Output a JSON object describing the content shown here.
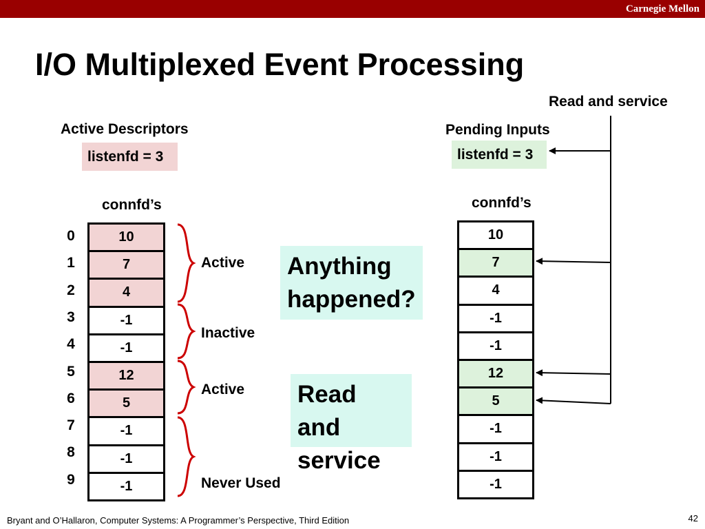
{
  "header": {
    "brand": "Carnegie Mellon",
    "bar_color": "#990000"
  },
  "title": "I/O Multiplexed Event Processing",
  "left": {
    "heading": "Active Descriptors",
    "listenfd": "listenfd = 3",
    "connfd_label": "connfd’s",
    "indices": [
      "0",
      "1",
      "2",
      "3",
      "4",
      "5",
      "6",
      "7",
      "8",
      "9"
    ],
    "cells": [
      {
        "value": "10",
        "active": true
      },
      {
        "value": "7",
        "active": true
      },
      {
        "value": "4",
        "active": true
      },
      {
        "value": "-1",
        "active": false
      },
      {
        "value": "-1",
        "active": false
      },
      {
        "value": "12",
        "active": true
      },
      {
        "value": "5",
        "active": true
      },
      {
        "value": "-1",
        "active": false
      },
      {
        "value": "-1",
        "active": false
      },
      {
        "value": "-1",
        "active": false
      }
    ],
    "cell_color": "#f2d4d4",
    "groups": [
      "Active",
      "Inactive",
      "Active",
      "Never Used"
    ],
    "brace_color": "#cc0000"
  },
  "callouts": {
    "anything": "Anything happened?",
    "read_service": "Read and service",
    "color": "#d8f8f0"
  },
  "right": {
    "top_label": "Read and service",
    "heading": "Pending Inputs",
    "listenfd": "listenfd = 3",
    "connfd_label": "connfd’s",
    "cells": [
      {
        "value": "10",
        "pending": false
      },
      {
        "value": "7",
        "pending": true
      },
      {
        "value": "4",
        "pending": false
      },
      {
        "value": "-1",
        "pending": false
      },
      {
        "value": "-1",
        "pending": false
      },
      {
        "value": "12",
        "pending": true
      },
      {
        "value": "5",
        "pending": true
      },
      {
        "value": "-1",
        "pending": false
      },
      {
        "value": "-1",
        "pending": false
      },
      {
        "value": "-1",
        "pending": false
      }
    ],
    "cell_color": "#ddf2dc"
  },
  "footer": {
    "citation": "Bryant and O’Hallaron, Computer Systems: A Programmer’s Perspective, Third Edition",
    "page": "42"
  }
}
